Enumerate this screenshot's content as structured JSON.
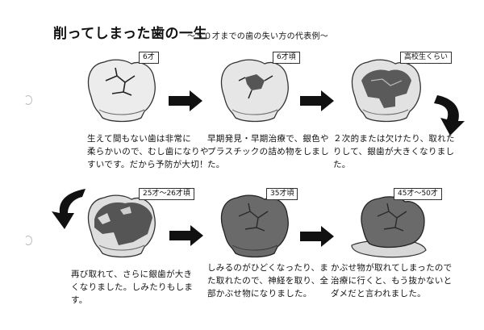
{
  "title": "削ってしまった歯の一生",
  "subtitle": "～５０才までの歯の失い方の代表例～",
  "stages": [
    {
      "label": "6才",
      "caption": [
        "生えて間もない歯は非常に",
        "柔らかいので、むし歯になりや",
        "すいです。だから予防が大切！"
      ]
    },
    {
      "label": "6才頃",
      "caption": [
        "早期発見・早期治療で、銀色や",
        "プラスチックの詰め物をしまし",
        "た。"
      ]
    },
    {
      "label": "高校生くらい",
      "caption": [
        "２次的または欠けたり、取れた",
        "りして、銀歯が大きくなりまし",
        "た。"
      ]
    },
    {
      "label": "25才～26才頃",
      "caption": [
        "再び取れて、さらに銀歯が大き",
        "くなりました。しみたりもしま",
        "す。"
      ]
    },
    {
      "label": "35才頃",
      "caption": [
        "しみるのがひどくなったり、ま",
        "た取れたので、神経を取り、全",
        "部かぶせ物になりました。"
      ]
    },
    {
      "label": "45才～50才",
      "caption": [
        "かぶせ物が取れてしまったので",
        "治療に行くと、もう抜かないと",
        "ダメだと言われました。"
      ]
    }
  ],
  "colors": {
    "tooth": "#ececec",
    "toothShade": "#d4d4d4",
    "silver": "#5f5f5f",
    "crown": "#6d6d6d",
    "dark": "#4a4a4a"
  }
}
